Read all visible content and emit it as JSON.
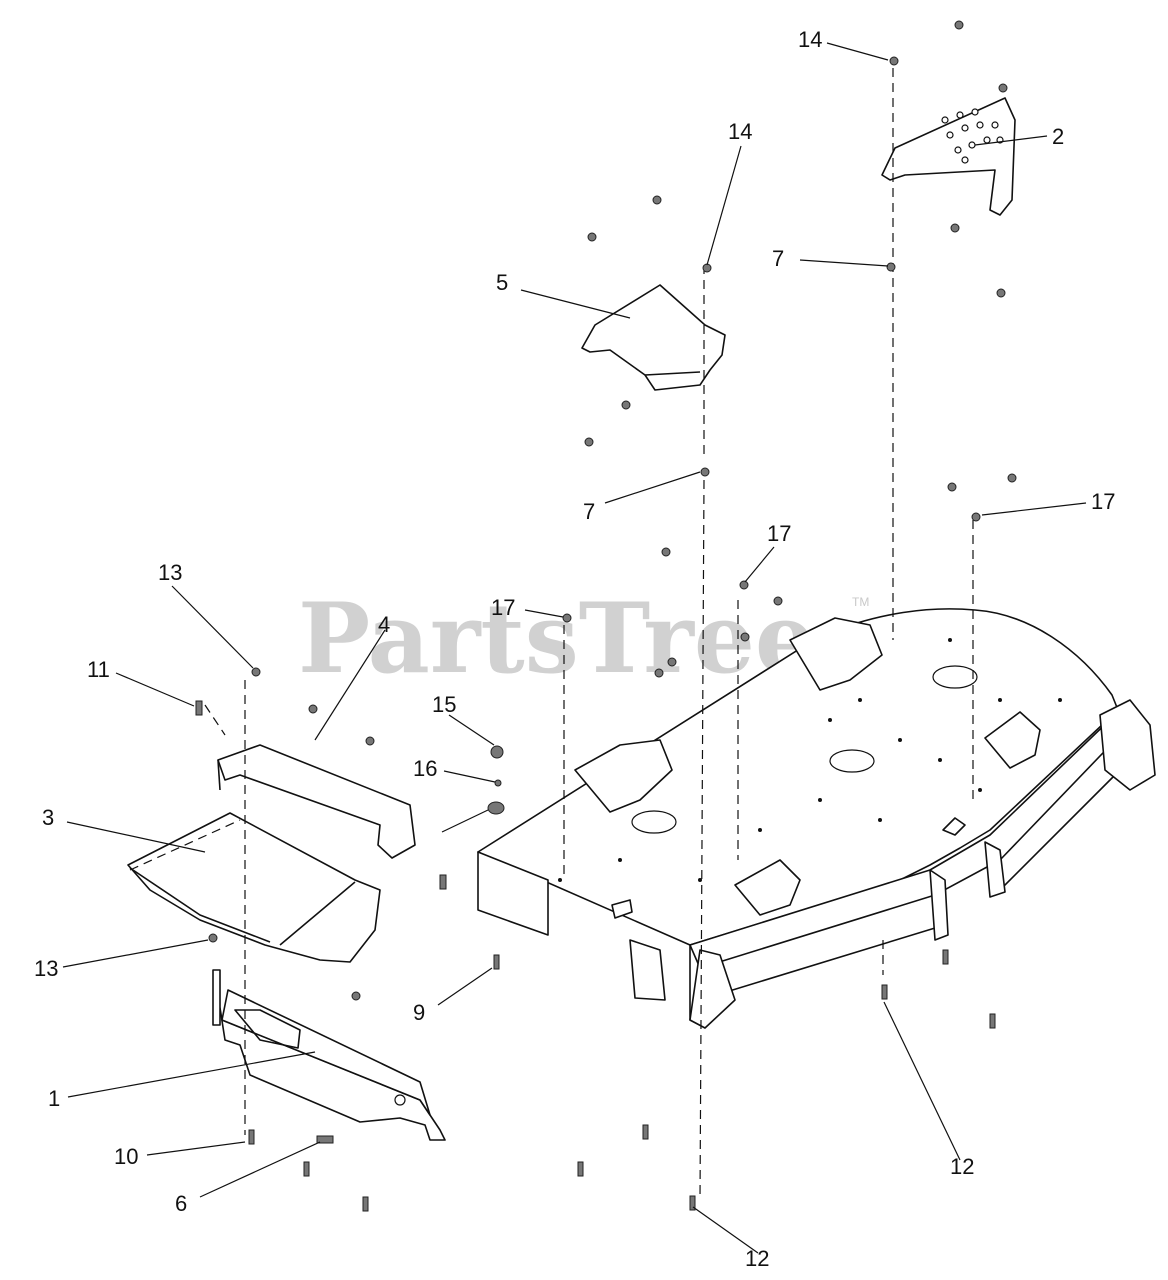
{
  "diagram": {
    "watermark": "PartsTree",
    "trademark": "TM",
    "callouts": {
      "c1": "1",
      "c2": "2",
      "c3": "3",
      "c4": "4",
      "c5": "5",
      "c6": "6",
      "c7a": "7",
      "c7b": "7",
      "c9": "9",
      "c10": "10",
      "c11": "11",
      "c12a": "12",
      "c12b": "12",
      "c13a": "13",
      "c13b": "13",
      "c14a": "14",
      "c14b": "14",
      "c15": "15",
      "c16": "16",
      "c17a": "17",
      "c17b": "17",
      "c17c": "17"
    }
  }
}
